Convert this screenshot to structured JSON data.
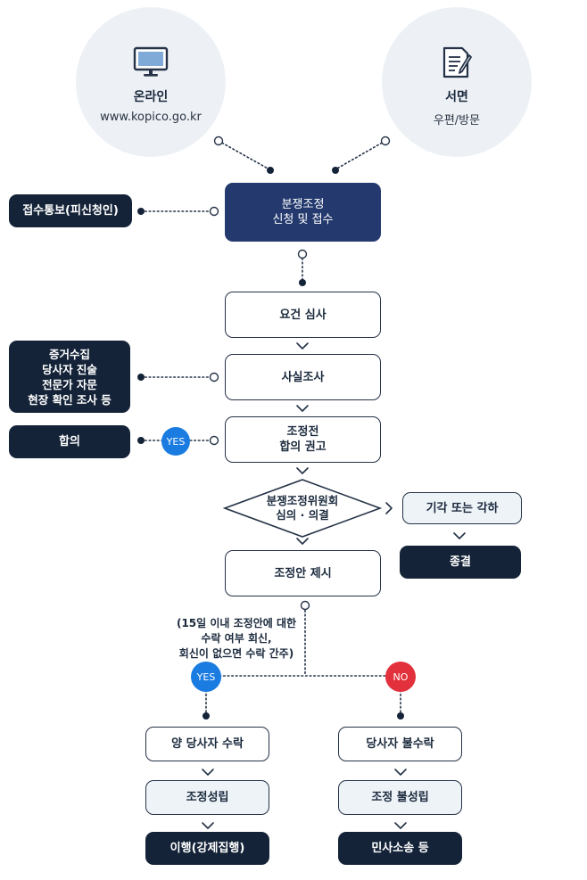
{
  "channels": {
    "online": {
      "title": "온라인",
      "sub": "www.kopico.go.kr",
      "icon": "monitor-icon"
    },
    "written": {
      "title": "서면",
      "sub": "우편/방문",
      "icon": "document-pen-icon"
    }
  },
  "steps": {
    "apply": "분쟁조정\n신청 및 접수",
    "notice": "접수통보(피신청인)",
    "requirements": "요건 심사",
    "investigation": "사실조사",
    "investigation_notes": "증거수집\n당사자 진술\n전문가 자문\n현장 확인 조사 등",
    "recommend": "조정전\n합의 권고",
    "agreement": "합의",
    "committee": "분쟁조정위원회\n심의 · 의결",
    "dismiss": "기각 또는 각하",
    "end": "종결",
    "proposal": "조정안 제시",
    "reply_note": "(15일 이내 조정안에 대한\n수락 여부 회신,\n회신이 없으면 수락 간주)",
    "both_accept": "양 당사자 수락",
    "established": "조정성립",
    "enforce": "이행(강제집행)",
    "reject": "당사자 불수락",
    "failed": "조정 불성립",
    "lawsuit": "민사소송 등"
  },
  "badges": {
    "yes": "YES",
    "no": "NO"
  },
  "colors": {
    "navy": "#243a6e",
    "dark": "#142338",
    "yes": "#1a7be0",
    "no": "#e2313d",
    "circle": "#edf1f6"
  }
}
